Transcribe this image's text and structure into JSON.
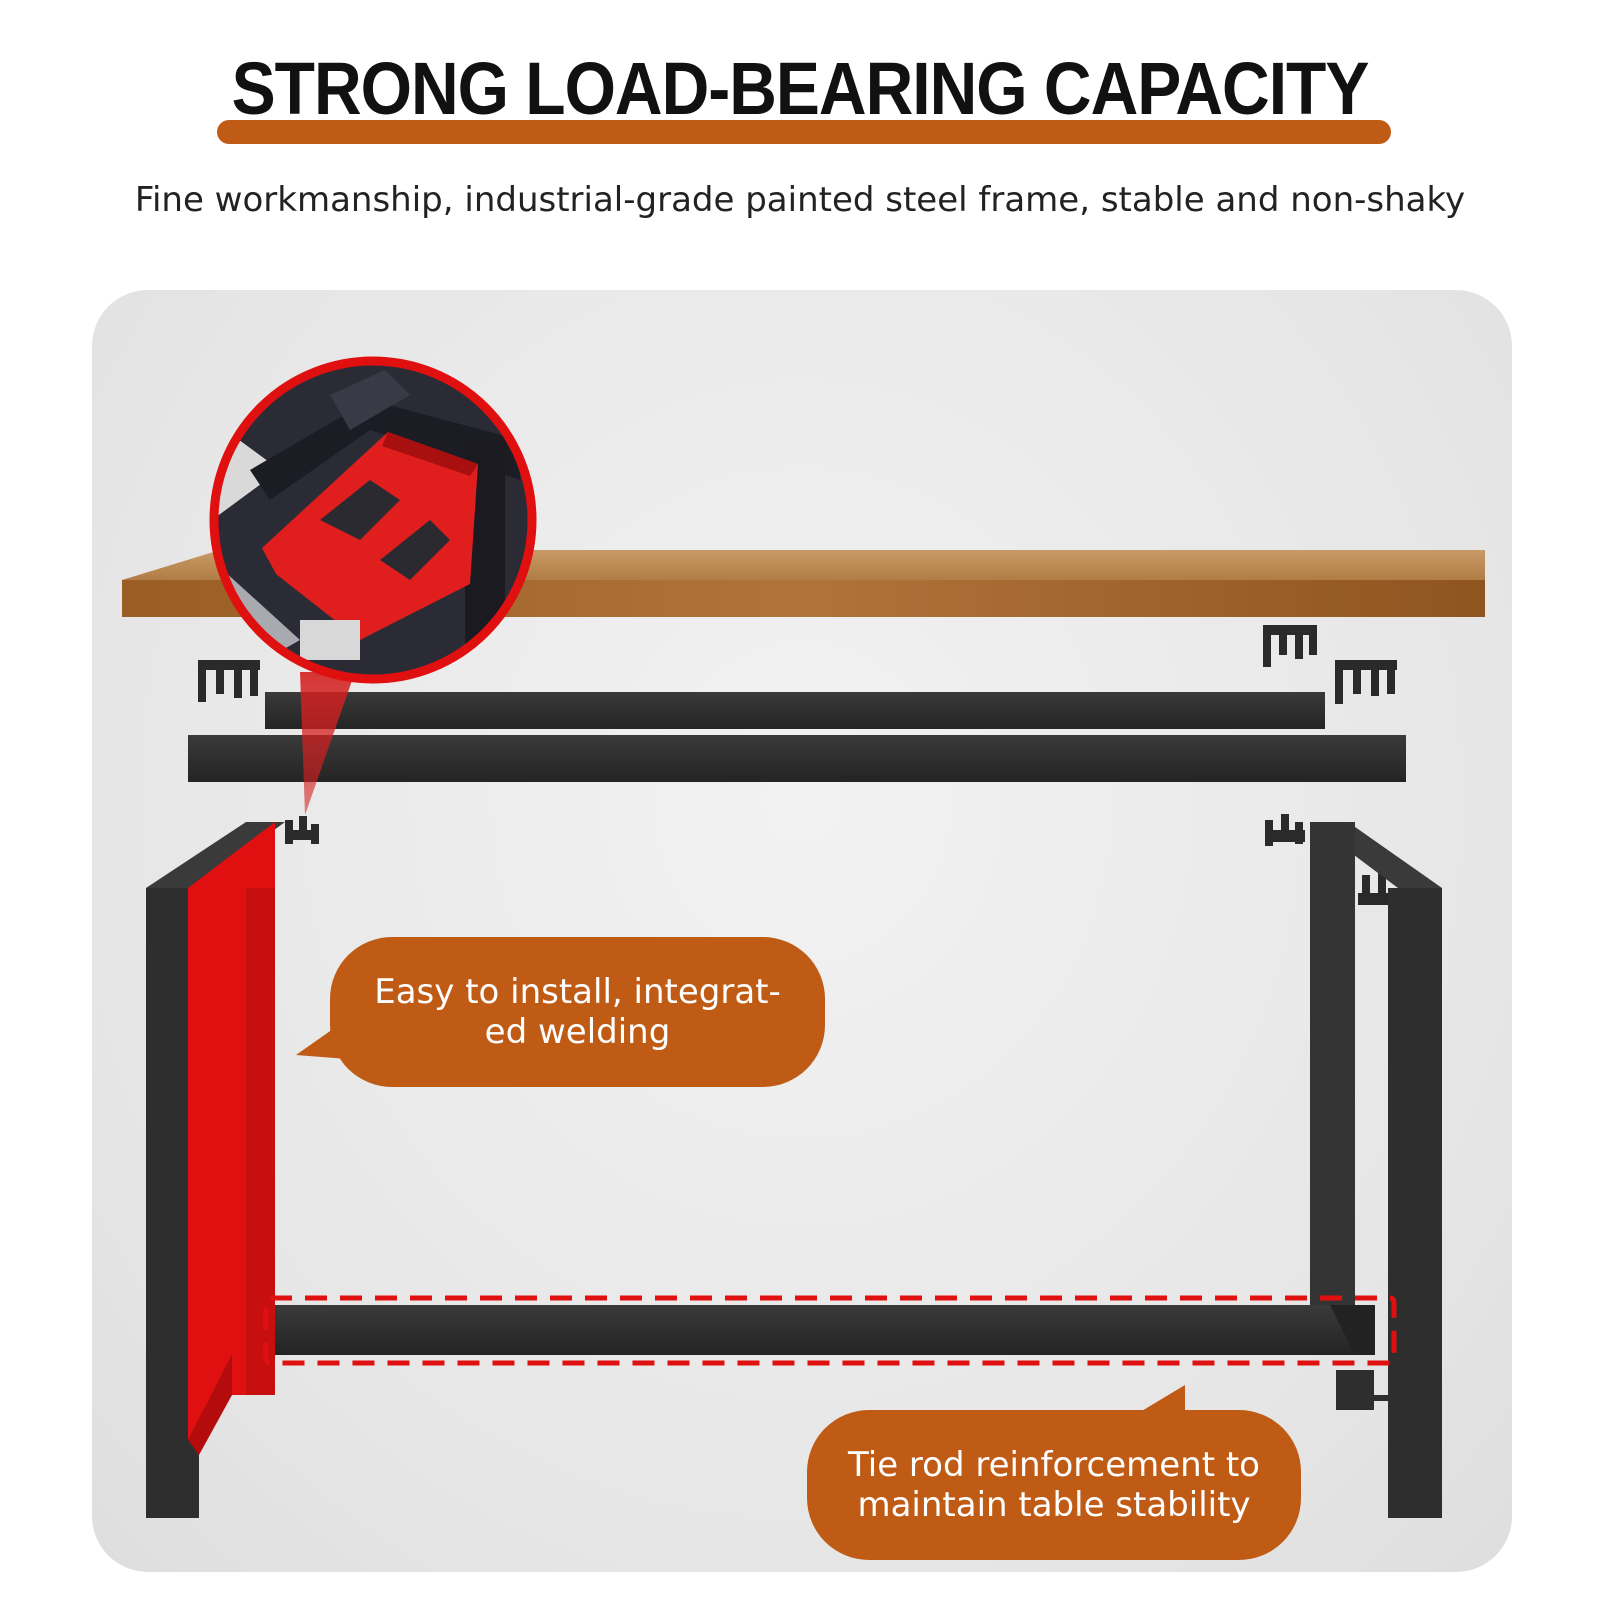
{
  "heading": {
    "title": "STRONG LOAD-BEARING CAPACITY"
  },
  "subheading": {
    "text": "Fine workmanship, industrial-grade painted steel frame, stable and non-shaky"
  },
  "callouts": {
    "install": {
      "line1": "Easy to install, integrat-",
      "line2": "ed welding"
    },
    "tie_rod": {
      "line1": "Tie rod reinforcement to",
      "line2": "maintain table stability"
    }
  },
  "colors": {
    "accent_orange": "#bf5b14",
    "highlight_red": "#e01010",
    "frame_black": "#2c2c2c",
    "wood": "#a86a2e"
  }
}
